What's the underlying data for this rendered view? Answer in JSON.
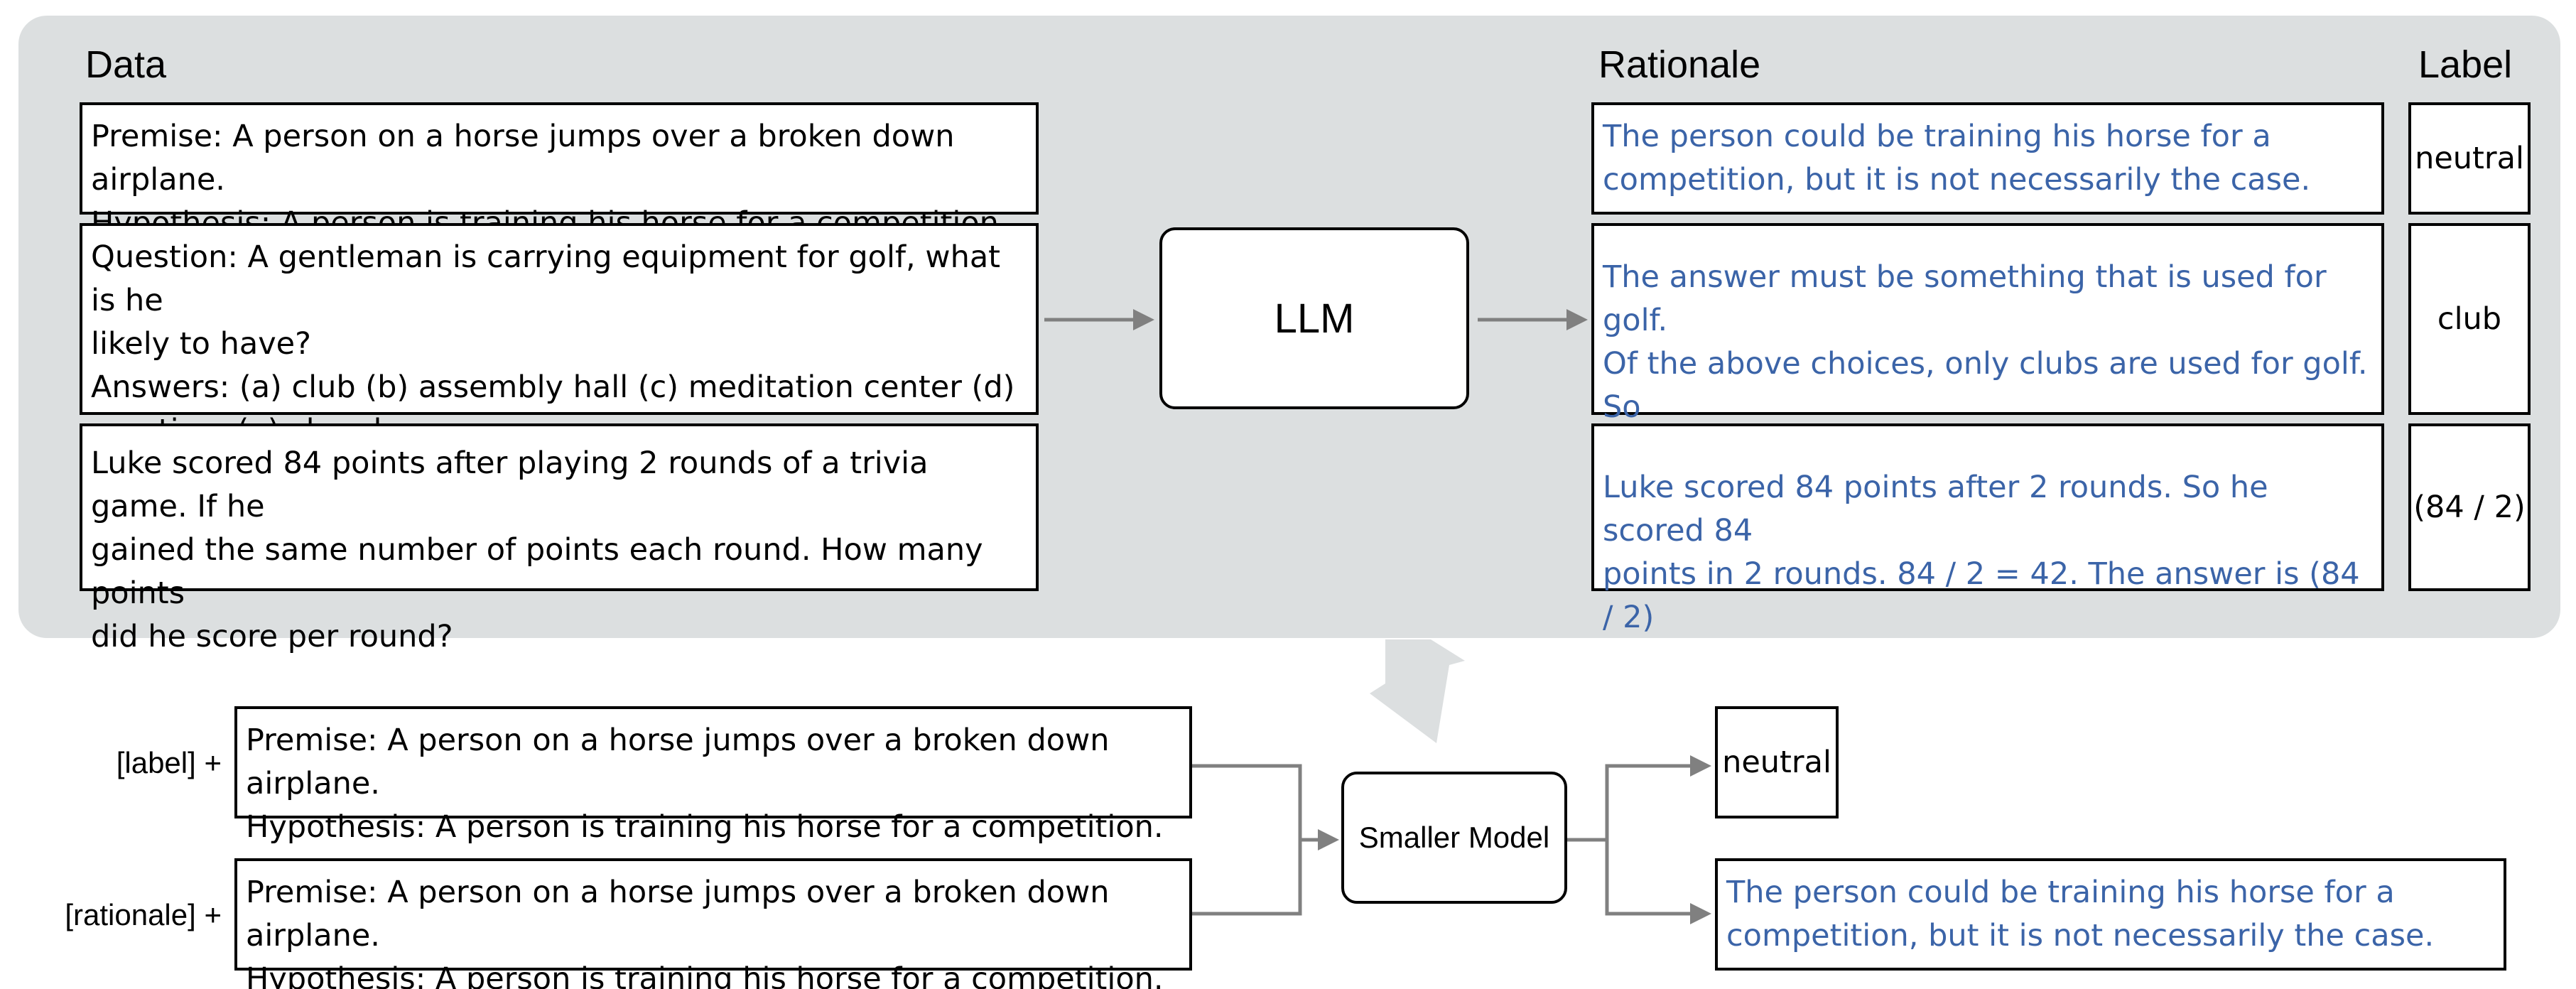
{
  "headers": {
    "data": "Data",
    "rationale": "Rationale",
    "label": "Label"
  },
  "examples": [
    {
      "input": "Premise: A person on a horse jumps over a broken down airplane.\nHypothesis: A person is training his horse for a competition.",
      "rationale": "The person could be training his horse for a\ncompetition, but it is not necessarily the case.",
      "label": "neutral"
    },
    {
      "input": "Question: A gentleman is carrying equipment for golf, what is he\nlikely to have?\nAnswers: (a) club (b) assembly hall (c) meditation center (d)\nmeeting, (e) church",
      "rationale": "The answer must be something that is used for golf.\nOf the above choices, only clubs are used for golf. So\nthe answer is (a) club",
      "label": "club"
    },
    {
      "input": "Luke scored 84 points after playing 2 rounds of a trivia game. If he\ngained the same number of points each round. How many points\ndid he score per round?",
      "rationale": "Luke scored 84 points after 2 rounds. So he scored 84\npoints in 2 rounds. 84 / 2 = 42. The answer is (84 / 2)",
      "label": "(84 / 2)"
    }
  ],
  "llm": {
    "label": "LLM"
  },
  "training": {
    "label_prefix": "[label] +",
    "rationale_prefix": "[rationale] +",
    "input_label": "Premise: A person on a horse jumps over a broken down airplane.\nHypothesis: A person is training his horse for a competition.",
    "input_rationale": "Premise: A person on a horse jumps over a broken down airplane.\nHypothesis: A person is training his horse for a competition.",
    "model": "Smaller Model",
    "output_label": "neutral",
    "output_rationale": "The person could be training his horse for a\ncompetition, but it is not necessarily the case."
  },
  "colors": {
    "panel": "#dcdfe0",
    "rationale_text": "#3b64a8",
    "arrow": "#808080"
  }
}
